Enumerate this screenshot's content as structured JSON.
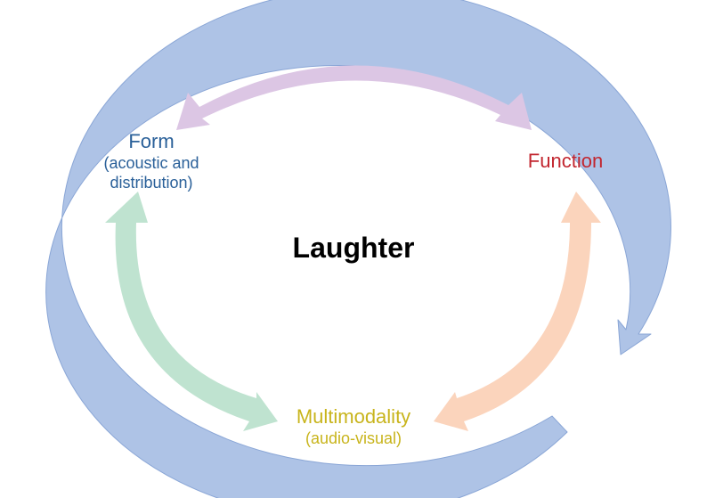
{
  "title": "Laughter",
  "nodes": {
    "form": {
      "label": "Form",
      "sublabel_line1": "(acoustic and",
      "sublabel_line2": "distribution)"
    },
    "function": {
      "label": "Function"
    },
    "multimodality": {
      "label": "Multimodality",
      "sublabel": "(audio-visual)"
    }
  },
  "colors": {
    "outer_cycle": "#aec3e6",
    "outer_cycle_stroke": "#8aa6d6",
    "form_function_arrow": "#dcc6e4",
    "form_multimodality_arrow": "#bfe3d0",
    "function_multimodality_arrow": "#fbd4bc",
    "form_text": "#2a6099",
    "function_text": "#c2262f",
    "multimodality_text": "#c8b41b",
    "title_text": "#000000"
  }
}
